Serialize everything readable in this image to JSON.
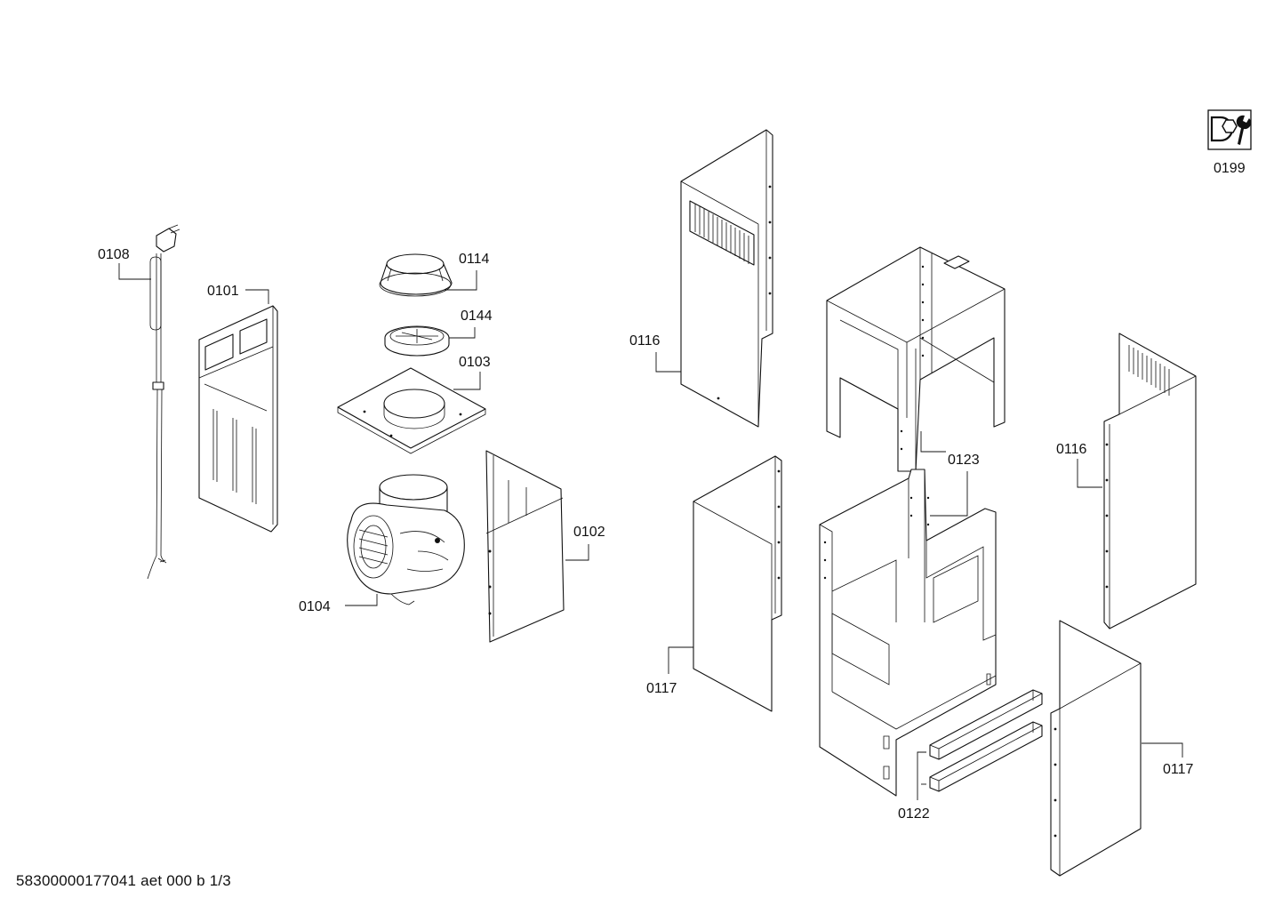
{
  "footer_code": "58300000177041 aet 000 b 1/3",
  "parts": [
    {
      "id": "p0108",
      "label": "0108",
      "description_icon": "power-cord"
    },
    {
      "id": "p0101",
      "label": "0101",
      "description_icon": "rear-panel"
    },
    {
      "id": "p0114",
      "label": "0114",
      "description_icon": "duct-ring"
    },
    {
      "id": "p0144",
      "label": "0144",
      "description_icon": "backdraft-valve"
    },
    {
      "id": "p0103",
      "label": "0103",
      "description_icon": "mounting-plate"
    },
    {
      "id": "p0104",
      "label": "0104",
      "description_icon": "fan-motor"
    },
    {
      "id": "p0102",
      "label": "0102",
      "description_icon": "inner-chimney"
    },
    {
      "id": "p0116a",
      "label": "0116",
      "description_icon": "upper-chimney-left"
    },
    {
      "id": "p0123",
      "label": "0123",
      "description_icon": "support-frame"
    },
    {
      "id": "p0116b",
      "label": "0116",
      "description_icon": "upper-chimney-right"
    },
    {
      "id": "p0117a",
      "label": "0117",
      "description_icon": "lower-chimney-left"
    },
    {
      "id": "p0122",
      "label": "0122",
      "description_icon": "bracket-pair"
    },
    {
      "id": "p0117b",
      "label": "0117",
      "description_icon": "lower-chimney-right"
    },
    {
      "id": "p0199",
      "label": "0199",
      "description_icon": "service-tool-icon"
    }
  ]
}
